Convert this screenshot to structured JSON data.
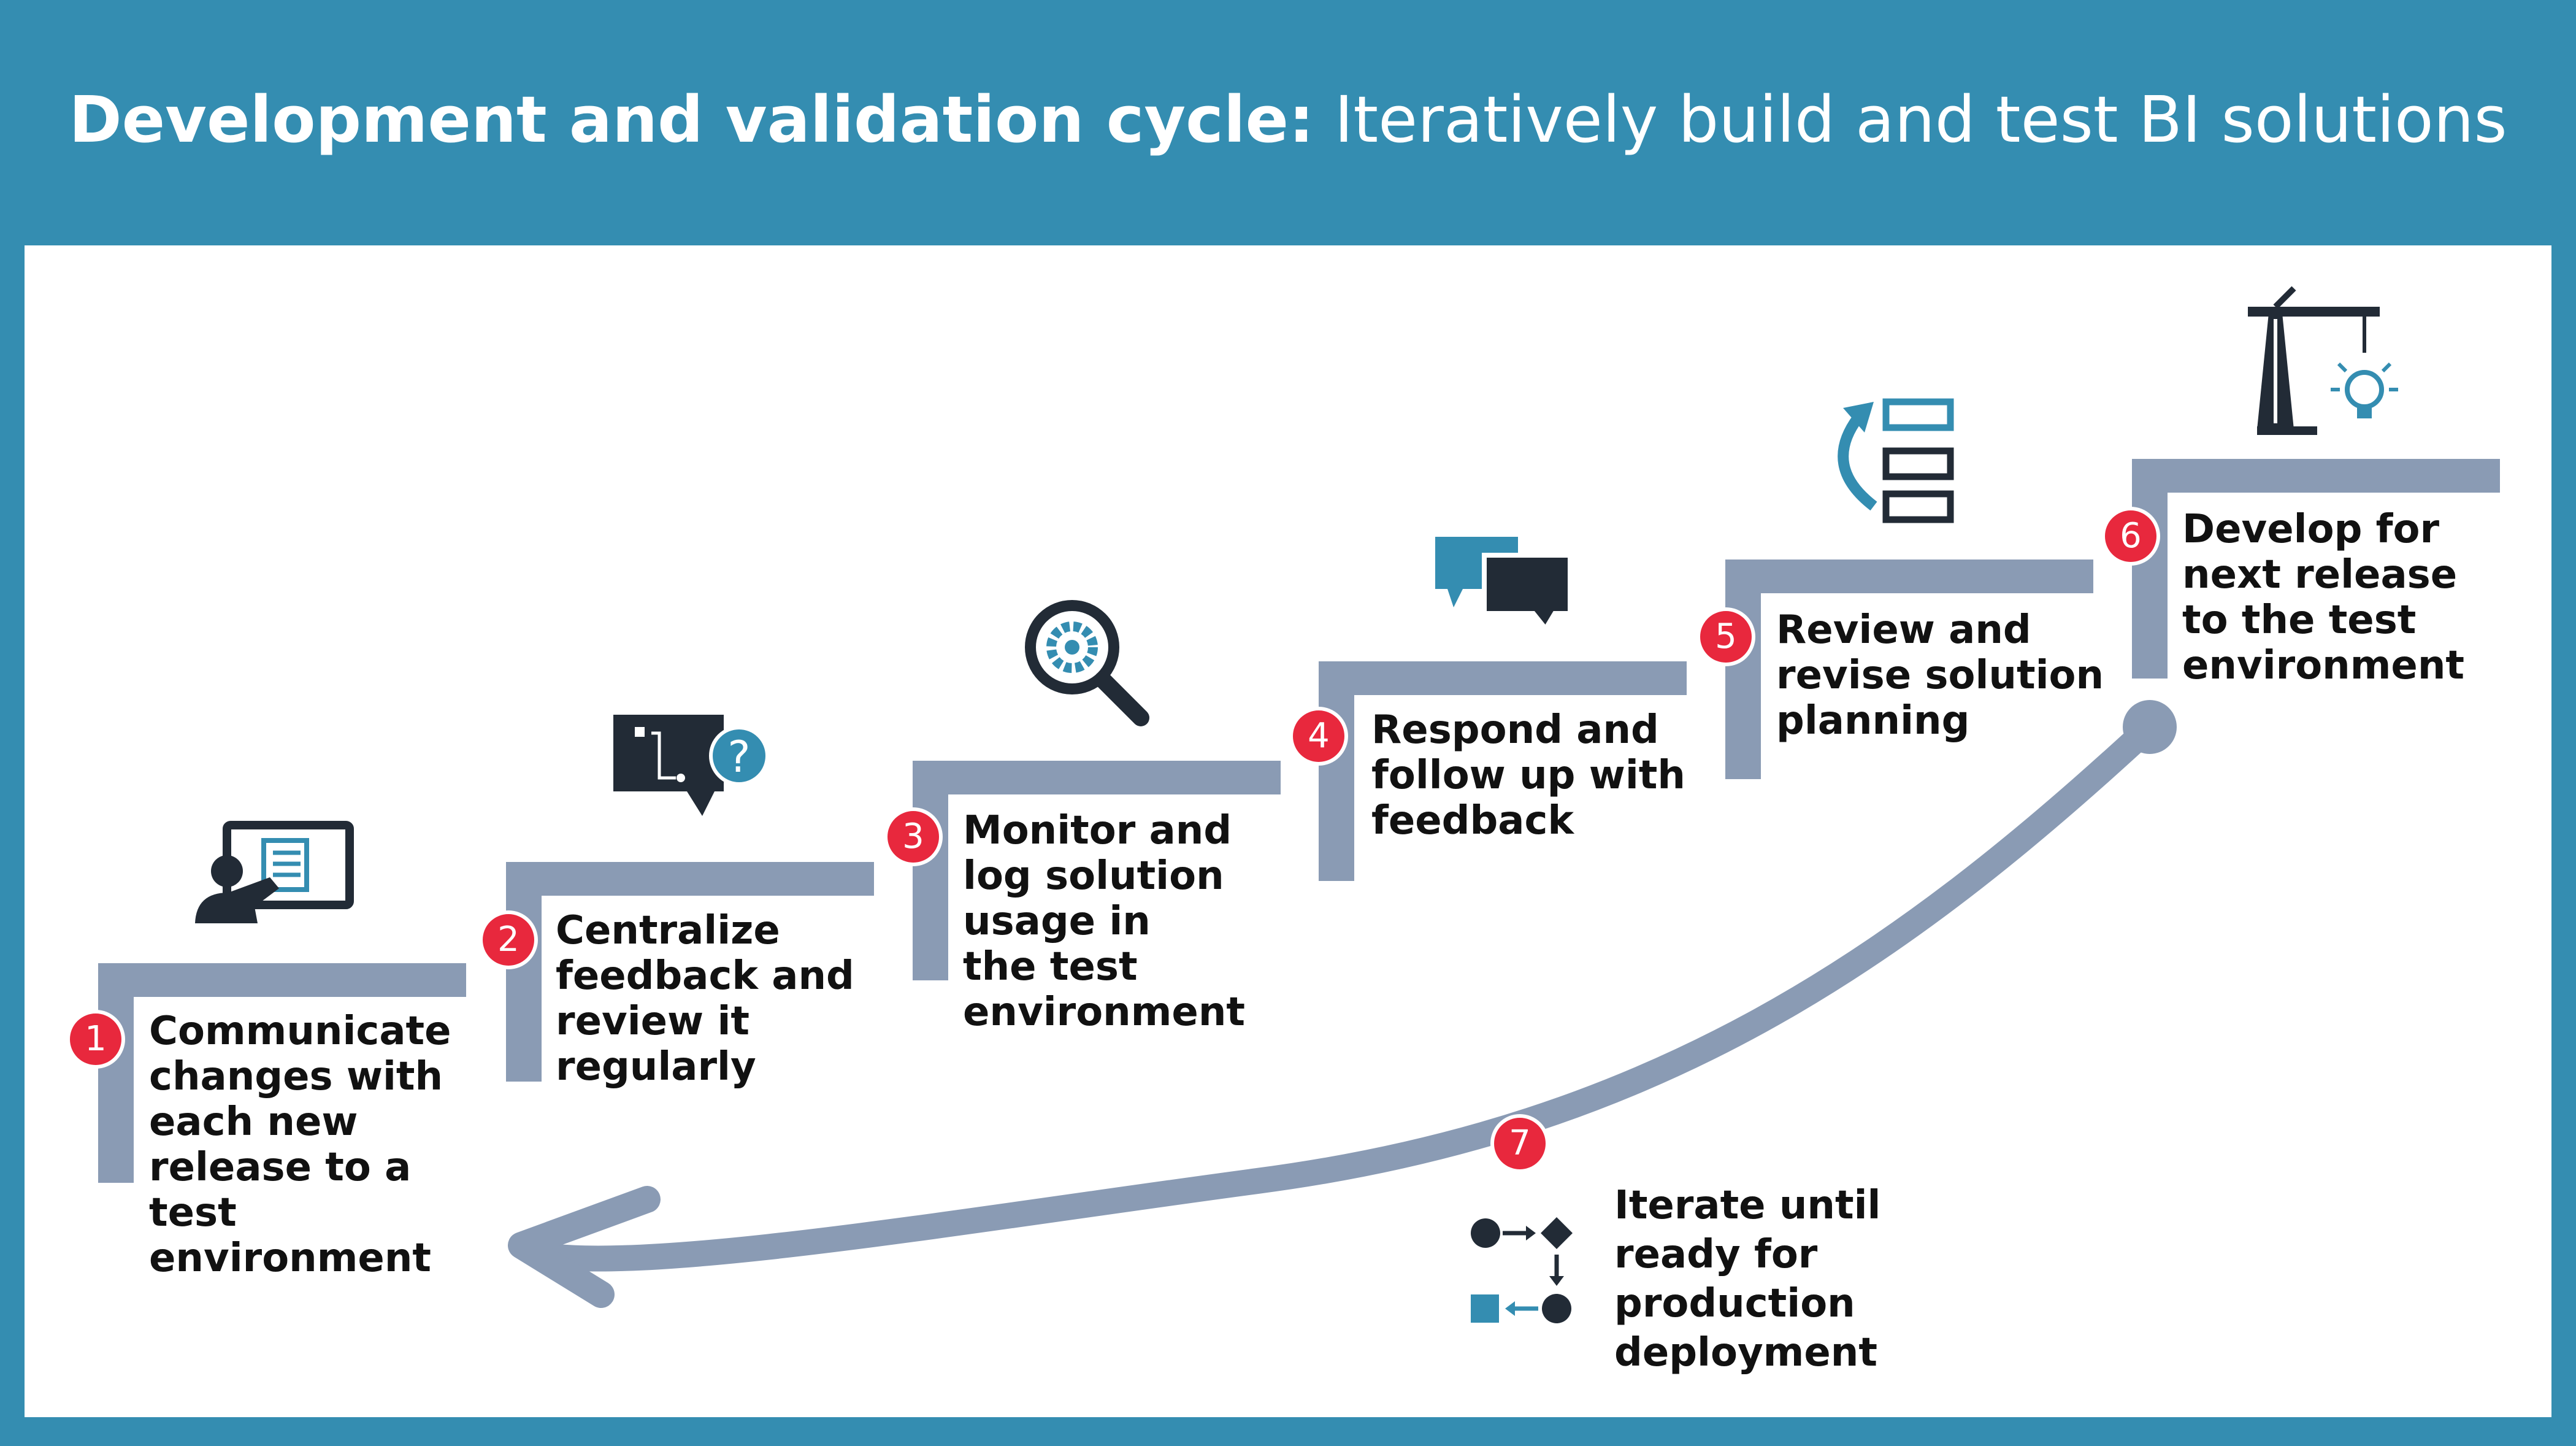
{
  "header": {
    "title_bold": "Development and validation cycle:",
    "title_light": " Iteratively build and test BI solutions"
  },
  "steps": [
    {
      "number": "1",
      "label": "Communicate changes with each new release to a test environment",
      "icon": "presentation-icon"
    },
    {
      "number": "2",
      "label": "Centralize feedback and review it regularly",
      "icon": "feedback-question-icon"
    },
    {
      "number": "3",
      "label": "Monitor and log solution usage in the test environment",
      "icon": "magnifier-gear-icon"
    },
    {
      "number": "4",
      "label": "Respond and follow up with feedback",
      "icon": "chat-bubbles-icon"
    },
    {
      "number": "5",
      "label": "Review and revise solution planning",
      "icon": "revise-list-icon"
    },
    {
      "number": "6",
      "label": "Develop for next release to the test environment",
      "icon": "crane-lightbulb-icon"
    },
    {
      "number": "7",
      "label": "Iterate until ready for production deployment",
      "icon": "workflow-icon"
    }
  ],
  "colors": {
    "header_bg": "#348db1",
    "stair": "#8a9bb4",
    "badge": "#e8283d",
    "icon_dark": "#222b36",
    "icon_accent": "#348db1"
  }
}
